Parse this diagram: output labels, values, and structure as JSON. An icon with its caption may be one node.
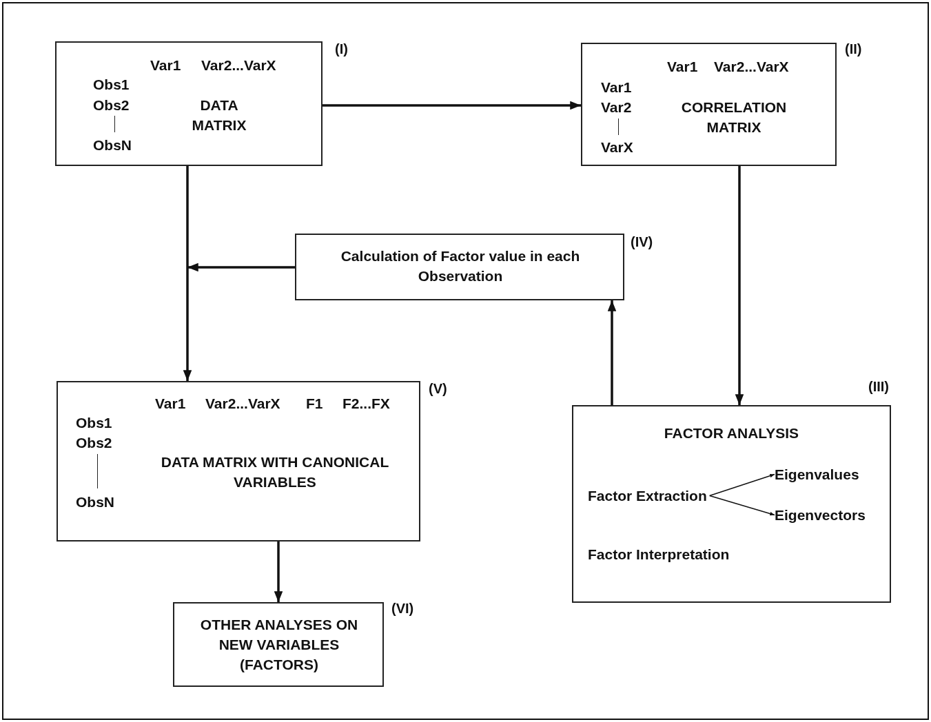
{
  "diagram": {
    "nodes": [
      {
        "text": [
          "Var1",
          "Var2...VarX",
          "Obs1",
          "Obs2",
          "ObsN",
          "DATA MATRIX"
        ],
        "beside": [
          "(I)"
        ]
      },
      {
        "text": [
          "Var1",
          "Var2...VarX",
          "Var1",
          "Var2",
          "VarX",
          "CORRELATION MATRIX"
        ],
        "beside": [
          "(II)"
        ]
      },
      {
        "text": [
          "Calculation of Factor value in each Observation"
        ],
        "beside": [
          "(IV)"
        ]
      },
      {
        "text": [
          "Var1",
          "Var2...VarX",
          "F1",
          "F2...FX",
          "Obs1",
          "Obs2",
          "ObsN",
          "DATA MATRIX WITH CANONICAL VARIABLES"
        ],
        "beside": [
          "(V)"
        ]
      },
      {
        "text": [
          "FACTOR ANALYSIS",
          "Factor Interpretation"
        ],
        "beside": [
          "(III)"
        ]
      },
      {
        "text": [
          "Factor Extraction"
        ],
        "in": 4
      },
      {
        "text": [
          "Eigenvalues"
        ],
        "in": 4
      },
      {
        "text": [
          "Eigenvectors"
        ],
        "in": 4
      },
      {
        "text": [
          "OTHER ANALYSES ON NEW VARIABLES (FACTORS)"
        ],
        "beside": [
          "(VI)"
        ]
      }
    ],
    "edges": [
      {
        "from": 0,
        "to": 1,
        "arrow": "to"
      },
      {
        "from": 1,
        "to": 4,
        "arrow": "to"
      },
      {
        "from": 4,
        "to": 2,
        "arrow": "to"
      },
      {
        "from": 2,
        "to": null,
        "arrow": "to"
      },
      {
        "from": 0,
        "to": 3,
        "arrow": "to"
      },
      {
        "from": 3,
        "to": 8,
        "arrow": "to"
      },
      {
        "from": 5,
        "to": 6,
        "arrow": "to"
      },
      {
        "from": 5,
        "to": 7,
        "arrow": "to"
      }
    ]
  }
}
